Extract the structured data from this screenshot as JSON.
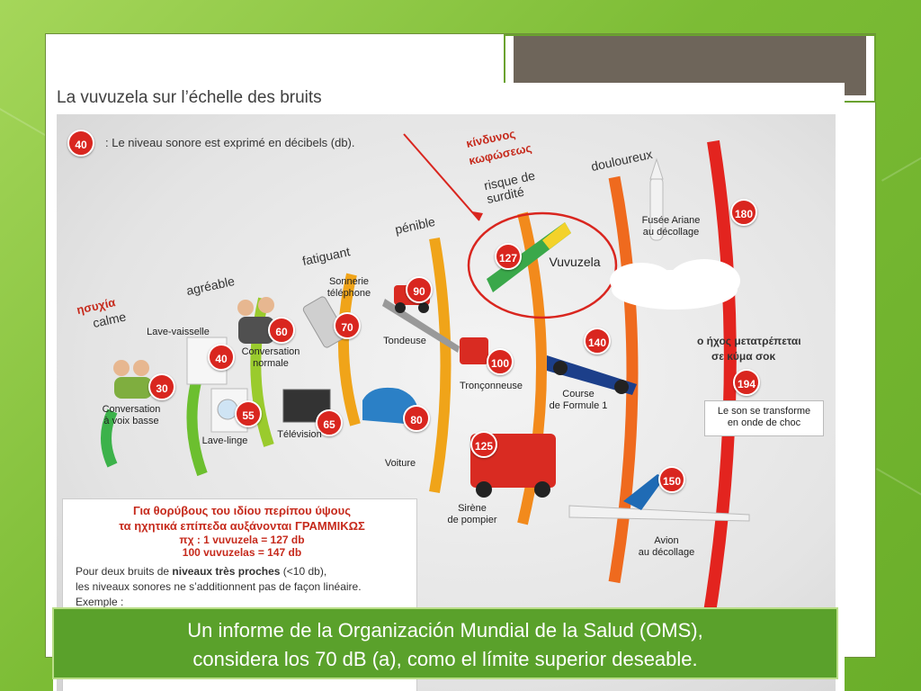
{
  "figure": {
    "title": "La vuvuzela sur l’échelle des bruits",
    "legend": {
      "badge": "40",
      "text": ": Le niveau sonore est exprimé en décibels (db)."
    },
    "categories": [
      "calme",
      "agréable",
      "fatiguant",
      "pénible",
      "risque de surdité",
      "douloureux"
    ],
    "greek_annotations": {
      "calm": "ησυχία",
      "risk_line1": "κίνδυνος",
      "risk_line2": "κωφώσεως",
      "shock_line1": "ο ήχος μετατρέπεται",
      "shock_line2": "σε κύμα σοκ"
    },
    "items": [
      {
        "value": "30",
        "label_l1": "Conversation",
        "label_l2": "à voix basse"
      },
      {
        "value": "40",
        "label_l1": "Lave-vaisselle",
        "label_l2": ""
      },
      {
        "value": "55",
        "label_l1": "Lave-linge",
        "label_l2": ""
      },
      {
        "value": "60",
        "label_l1": "Conversation",
        "label_l2": "normale"
      },
      {
        "value": "65",
        "label_l1": "Télévision",
        "label_l2": ""
      },
      {
        "value": "70",
        "label_l1": "Sonnerie",
        "label_l2": "téléphone"
      },
      {
        "value": "80",
        "label_l1": "Voiture",
        "label_l2": ""
      },
      {
        "value": "90",
        "label_l1": "Tondeuse",
        "label_l2": ""
      },
      {
        "value": "100",
        "label_l1": "Tronçonneuse",
        "label_l2": ""
      },
      {
        "value": "125",
        "label_l1": "Sirène",
        "label_l2": "de pompier"
      },
      {
        "value": "127",
        "label_l1": "Vuvuzela",
        "label_l2": ""
      },
      {
        "value": "140",
        "label_l1": "Course",
        "label_l2": "de Formule 1"
      },
      {
        "value": "150",
        "label_l1": "Avion",
        "label_l2": "au décollage"
      },
      {
        "value": "180",
        "label_l1": "Fusée Ariane",
        "label_l2": "au décollage"
      },
      {
        "value": "194",
        "label_l1": "Le son se transforme",
        "label_l2": "en onde de choc"
      }
    ],
    "note": {
      "greek_l1": "Για θορύβους του ιδίου περίπου ύψους",
      "greek_l2": "τα ηχητικά επίπεδα αυξάνονται ΓΡΑΜΜΙΚΩΣ",
      "greek_ex1": "πχ : 1 vuvuzela = 127 db",
      "greek_ex2": "100  vuvuzelas = 147 db",
      "fr_l1_a": "Pour deux bruits de ",
      "fr_l1_b": "niveaux très proches",
      "fr_l1_c": " (<10 db),",
      "fr_l2": "les niveaux sonores ne s’additionnent pas de façon linéaire.",
      "fr_l3": "Exemple :"
    },
    "colors": {
      "badge": "#d9261f",
      "calme": "#3cb24a",
      "agreable": "#6cbf2f",
      "fatiguant": "#9acb2d",
      "penible": "#f0a419",
      "risque": "#f28a1c",
      "douloureux": "#ef6a1e",
      "max": "#e3241f"
    }
  },
  "caption": {
    "line1": "Un informe de la Organización Mundial de la Salud (OMS),",
    "line2": "considera los 70 dB (a), como el límite superior deseable."
  }
}
